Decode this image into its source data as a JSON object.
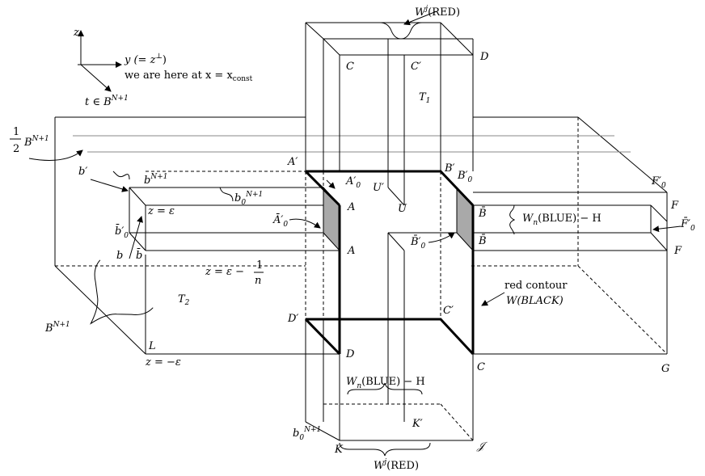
{
  "axes": {
    "z": "z",
    "y": "y (= z",
    "y_sup": "⊥",
    "y_close": ")",
    "note": "we are here at x = x",
    "note_sub": "const",
    "t": "t ∈ B",
    "t_sup": "N+1"
  },
  "labels": {
    "half": "1",
    "half_den": "2",
    "half_B": "B",
    "half_sup": "N+1",
    "WjRED_top": "W",
    "WjRED_top_sup": "j",
    "WjRED_top_tail": "(RED)",
    "C_top": "C",
    "Cprime_top": "C′",
    "D_top": "D",
    "T1": "T",
    "T1_sub": "1",
    "Aprime": "A′",
    "Bprime": "B′",
    "B0prime_top": "B′",
    "B0prime_top_sub": "0",
    "A0prime_top": "A′",
    "A0prime_top_sub": "0",
    "Uprime": "U′",
    "U": "U",
    "F0prime": "F′",
    "F0prime_sub": "0",
    "F_right": "F",
    "Bbar_upper": "B̄",
    "Bbar_lower": "B̄",
    "WnBLUE_right": "W",
    "WnBLUE_right_sub": "n",
    "WnBLUE_right_tail": "(BLUE) − H",
    "Fbar0prime": "F̄′",
    "Fbar0prime_sub": "0",
    "F_lower": "F",
    "bprime": "b′",
    "bN1": "b",
    "bN1_sup": "N+1",
    "b0N1": "b",
    "b0N1_sub": "0",
    "b0N1_sup": "N+1",
    "z_eps": "z = ε",
    "A_upper": "A",
    "A_lower": "A",
    "Abar0prime": "Ā′",
    "Abar0prime_sub": "0",
    "bbar0prime": "b̄′",
    "bbar0prime_sub": "0",
    "b": "b",
    "bbar": "b̄",
    "Bbar0prime": "B̄′",
    "Bbar0prime_sub": "0",
    "z_eps_minus": "z = ε −",
    "frac_num": "1",
    "frac_den": "n",
    "T2": "T",
    "T2_sub": "2",
    "red_contour": "red contour",
    "W_BLACK": "W(BLACK)",
    "BN1_left": "B",
    "BN1_left_sup": "N+1",
    "Dprime": "D′",
    "Cprime_mid": "C′",
    "L": "L",
    "z_neg_eps": "z = −ε",
    "D_mid": "D",
    "C_mid": "C",
    "G": "G",
    "WnBLUE_bottom": "W",
    "WnBLUE_bottom_sub": "n",
    "WnBLUE_bottom_tail": "(BLUE) − H",
    "Kprime": "K′",
    "b0N1_bottom": "b",
    "b0N1_bottom_sub": "0",
    "b0N1_bottom_sup": "N+1",
    "K": "K",
    "J": "𝒥",
    "WjRED_bottom": "W",
    "WjRED_bottom_sup": "j",
    "WjRED_bottom_tail": "(RED)"
  }
}
